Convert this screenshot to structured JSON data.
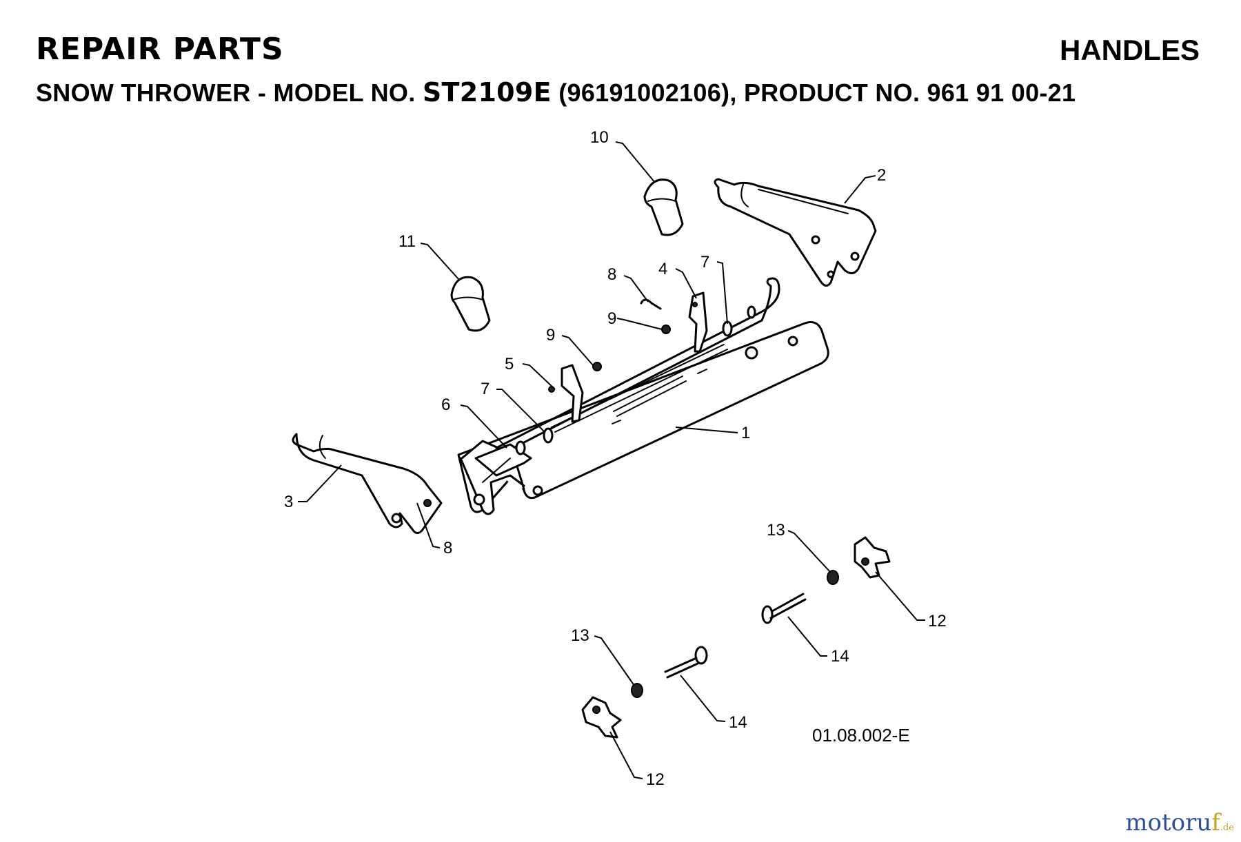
{
  "header": {
    "title": "REPAIR PARTS",
    "section": "HANDLES",
    "subtitle_prefix": "SNOW THROWER - MODEL NO. ",
    "model": "ST2109E",
    "subtitle_suffix": " (96191002106), PRODUCT NO. 961 91 00-21"
  },
  "callouts": {
    "c1": "1",
    "c2": "2",
    "c3": "3",
    "c4": "4",
    "c5": "5",
    "c6": "6",
    "c7a": "7",
    "c7b": "7",
    "c8a": "8",
    "c8b": "8",
    "c9a": "9",
    "c9b": "9",
    "c10": "10",
    "c11": "11",
    "c12a": "12",
    "c12b": "12",
    "c13a": "13",
    "c13b": "13",
    "c14a": "14",
    "c14b": "14"
  },
  "drawing_code": "01.08.002-E",
  "watermark": {
    "main": "motoru",
    "accent": "f",
    "tld": ".de"
  },
  "colors": {
    "ink": "#000000",
    "background": "#ffffff",
    "watermark_blue": "#2a4fa0",
    "watermark_gold": "#c8a020"
  }
}
